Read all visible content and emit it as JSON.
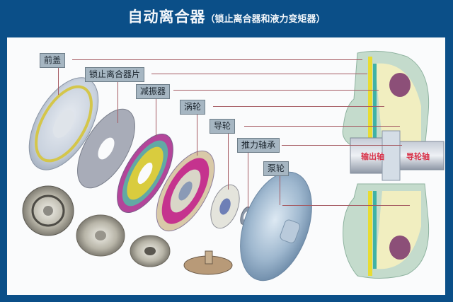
{
  "title": {
    "main": "自动离合器",
    "sub": "（锁止离合器和液力变矩器）"
  },
  "labels": [
    {
      "id": "front-cover",
      "text": "前盖"
    },
    {
      "id": "lockup-clutch-plate",
      "text": "锁止离合器片"
    },
    {
      "id": "damper",
      "text": "减振器"
    },
    {
      "id": "turbine",
      "text": "涡轮"
    },
    {
      "id": "stator",
      "text": "导轮"
    },
    {
      "id": "thrust-bearing",
      "text": "推力轴承"
    },
    {
      "id": "pump-impeller",
      "text": "泵轮"
    }
  ],
  "cross_section": {
    "output_shaft": "输出轴",
    "stator_shaft": "导轮轴"
  },
  "colors": {
    "frame": "#0b4f88",
    "label_bg": "#a6b6c2",
    "leader_line": "#a55a62",
    "shaft_text": "#d8334a"
  }
}
